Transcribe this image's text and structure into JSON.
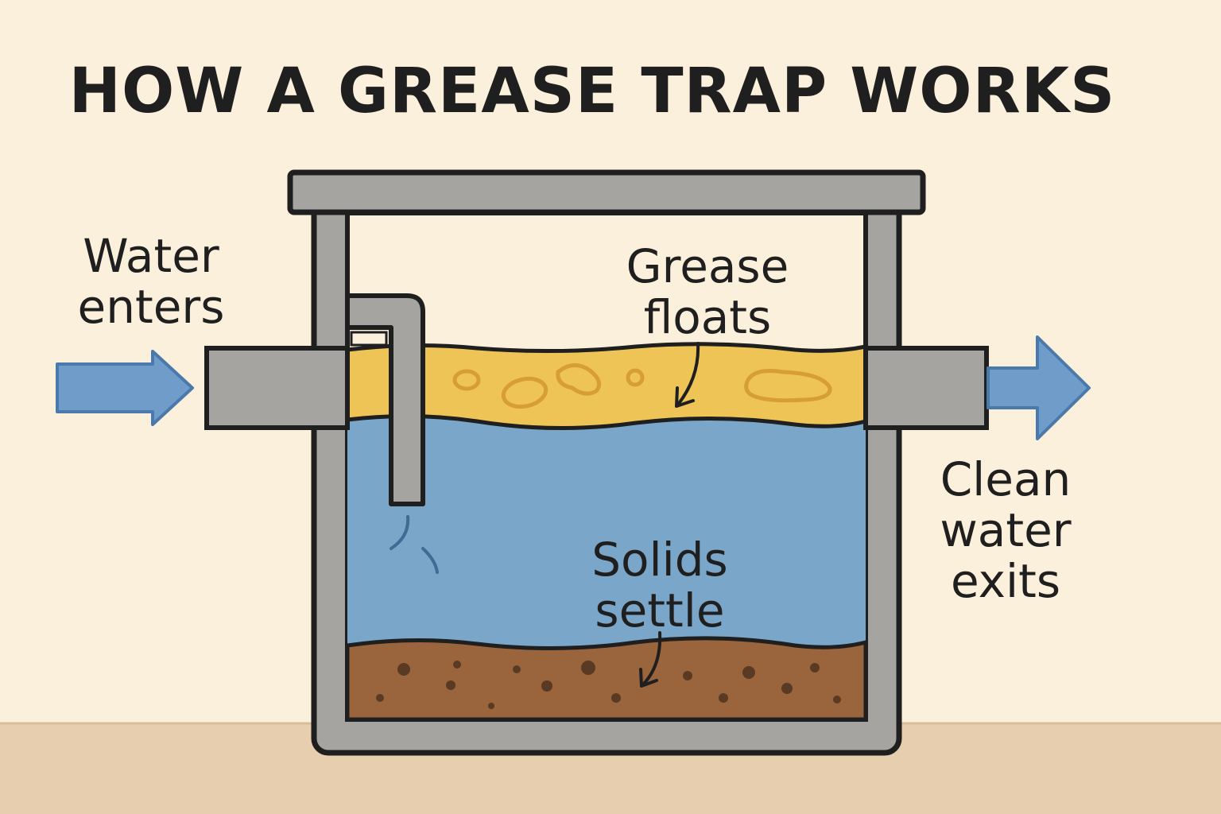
{
  "title": "HOW A GREASE TRAP WORKS",
  "labels": {
    "inlet": {
      "line1": "Water",
      "line2": "enters"
    },
    "grease": {
      "line1": "Grease",
      "line2": "floats"
    },
    "solids": {
      "line1": "Solids",
      "line2": "settle"
    },
    "outlet": {
      "line1": "Clean",
      "line2": "water",
      "line3": "exits"
    }
  },
  "colors": {
    "background": "#fbf0dc",
    "ground": "#e7ceae",
    "tank": "#a6a4a1",
    "outline": "#1f1f1f",
    "water": "#7aa6c9",
    "grease": "#eec456",
    "grease_blob": "#d79d37",
    "sludge": "#9a643d",
    "sludge_dot": "#5a3a22",
    "arrow": "#6f9cc9"
  }
}
